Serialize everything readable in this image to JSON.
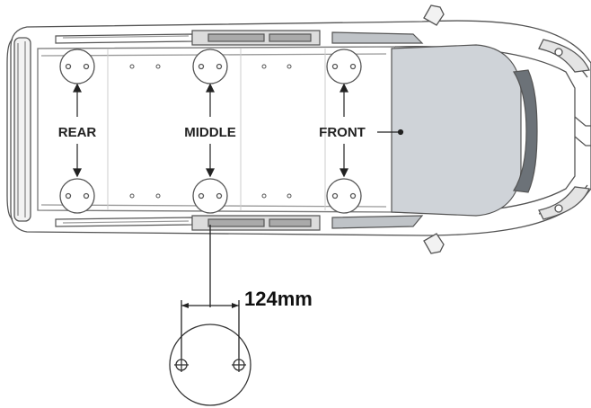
{
  "labels": {
    "rear": "REAR",
    "middle": "MIDDLE",
    "front": "FRONT"
  },
  "dimension": {
    "text": "124mm"
  },
  "colors": {
    "body_outline": "#555555",
    "body_fill": "#ffffff",
    "glass": "#cfd3d8",
    "glass_dark": "#6c7278",
    "mount_fill": "#ffffff",
    "text": "#222222"
  }
}
